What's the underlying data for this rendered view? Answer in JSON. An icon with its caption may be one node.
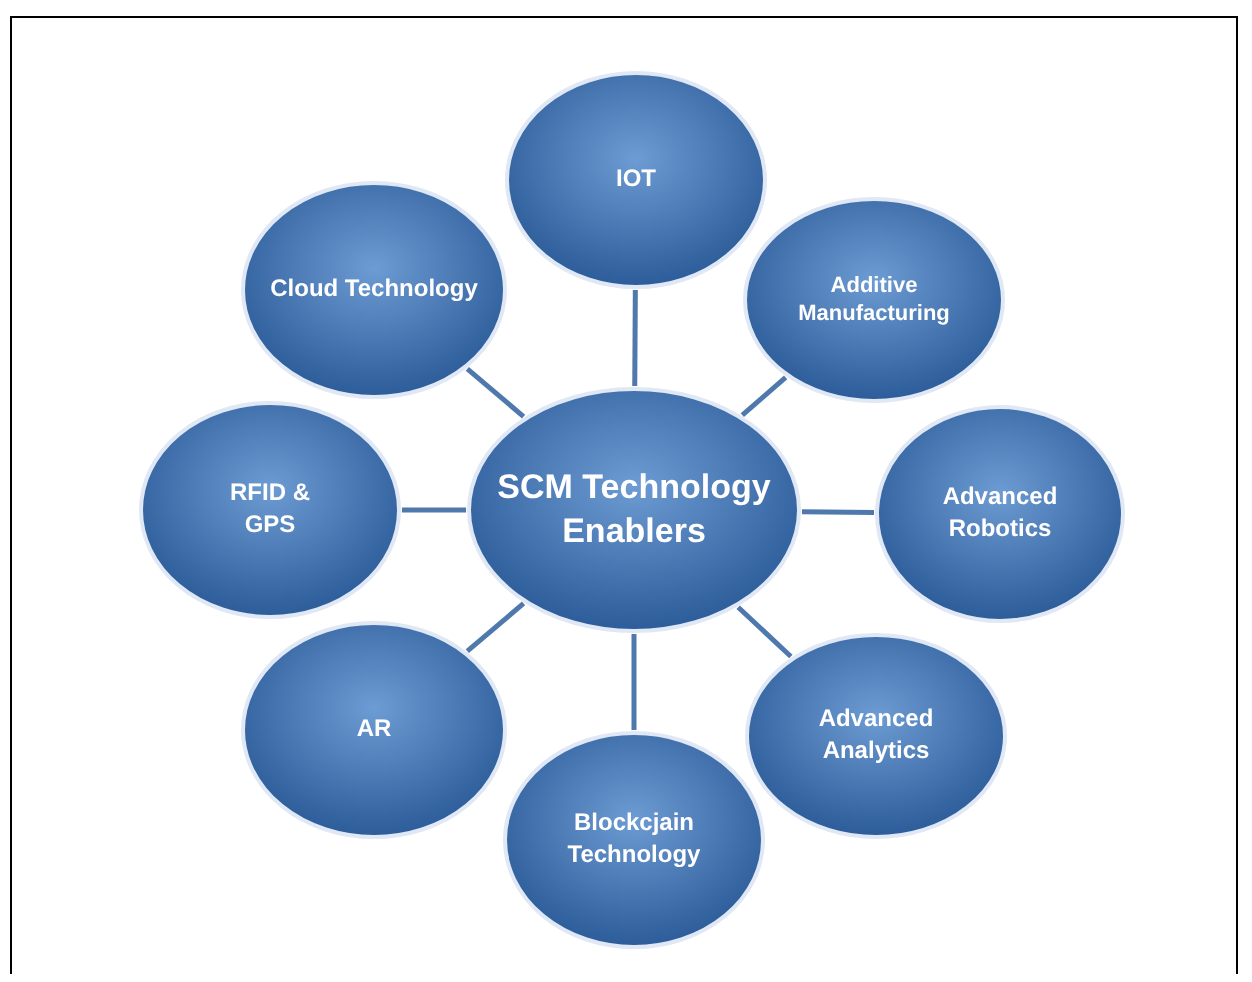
{
  "diagram": {
    "nodes": [
      {
        "text": [
          "SCM Technology Enablers"
        ]
      },
      {
        "text": [
          "IOT"
        ]
      },
      {
        "text": [
          "Additive Manufacturing"
        ]
      },
      {
        "text": [
          "Advanced Robotics"
        ]
      },
      {
        "text": [
          "Advanced Analytics"
        ]
      },
      {
        "text": [
          "Blockcjain Technology"
        ]
      },
      {
        "text": [
          "AR"
        ]
      },
      {
        "text": [
          "RFID & GPS"
        ]
      },
      {
        "text": [
          "Cloud Technology"
        ]
      }
    ],
    "edges": [
      {
        "from": 0,
        "to": 1,
        "arrow": "none"
      },
      {
        "from": 0,
        "to": 2,
        "arrow": "none"
      },
      {
        "from": 0,
        "to": 3,
        "arrow": "none"
      },
      {
        "from": 0,
        "to": 4,
        "arrow": "none"
      },
      {
        "from": 0,
        "to": 5,
        "arrow": "none"
      },
      {
        "from": 0,
        "to": 6,
        "arrow": "none"
      },
      {
        "from": 0,
        "to": 7,
        "arrow": "none"
      },
      {
        "from": 0,
        "to": 8,
        "arrow": "none"
      }
    ]
  }
}
